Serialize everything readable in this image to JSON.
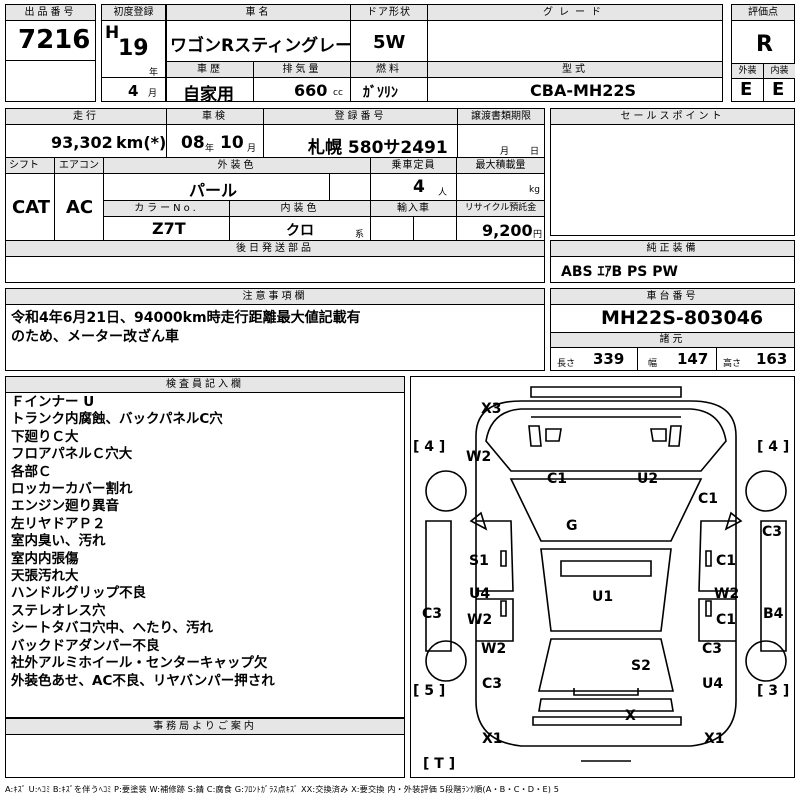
{
  "lot": {
    "label": "出品番号",
    "value": "7216"
  },
  "first_reg": {
    "label": "初度登録",
    "era": "H",
    "year": "19",
    "year_unit": "年",
    "month": "4",
    "month_unit": "月"
  },
  "name": {
    "label": "車名",
    "value": "ワゴンRスティングレー"
  },
  "doors": {
    "label": "ドア形状",
    "value": "5W"
  },
  "grade": {
    "label": "グレード",
    "value": ""
  },
  "score": {
    "label": "評価点",
    "value": "R",
    "ext_label": "外装",
    "int_label": "内装",
    "ext": "E",
    "int": "E"
  },
  "history": {
    "label": "車歴",
    "value": "自家用"
  },
  "displacement": {
    "label": "排気量",
    "value": "660",
    "unit": "cc"
  },
  "fuel": {
    "label": "燃料",
    "value": "ｶﾞｿﾘﾝ"
  },
  "model_code": {
    "label": "型式",
    "value": "CBA-MH22S"
  },
  "mileage": {
    "label": "走行",
    "value": "93,302",
    "unit": "km(*)"
  },
  "inspection": {
    "label": "車検",
    "year": "08",
    "year_unit": "年",
    "month": "10",
    "month_unit": "月"
  },
  "registration": {
    "label": "登録番号",
    "value": "札幌 580サ2491"
  },
  "transfer_doc": {
    "label": "譲渡書類期限",
    "month_unit": "月",
    "day_unit": "日"
  },
  "sales_point": {
    "label": "セールスポイント"
  },
  "shift": {
    "label": "シフト",
    "value": "CAT"
  },
  "aircon": {
    "label": "エアコン",
    "value": "AC"
  },
  "ext_color": {
    "label": "外装色",
    "value": "パール"
  },
  "capacity": {
    "label": "乗車定員",
    "value": "4",
    "unit": "人"
  },
  "max_load": {
    "label": "最大積載量",
    "unit": "kg"
  },
  "color_no": {
    "label": "カラーNo.",
    "value": "Z7T"
  },
  "int_color": {
    "label": "内装色",
    "value": "クロ",
    "unit": "系"
  },
  "import": {
    "label": "輸入車"
  },
  "recycle": {
    "label": "リサイクル預託金",
    "value": "9,200",
    "unit": "円"
  },
  "later_parts": {
    "label": "後日発送部品"
  },
  "genuine": {
    "label": "純正装備",
    "value": "ABS ｴｱB PS PW"
  },
  "caution": {
    "label": "注意事項欄",
    "lines": [
      "令和4年6月21日、94000km時走行距離最大値記載有",
      "のため、メーター改ざん車"
    ]
  },
  "chassis": {
    "label": "車台番号",
    "value": "MH22S-803046"
  },
  "specs": {
    "label": "諸元",
    "length_label": "長さ",
    "length": "339",
    "width_label": "幅",
    "width": "147",
    "height_label": "高さ",
    "height": "163"
  },
  "inspector": {
    "label": "検査員記入欄",
    "lines": [
      "Ｆインナー U",
      "トランク内腐蝕、バックパネルC穴",
      "下廻りＣ大",
      "フロアパネルＣ穴大",
      "各部Ｃ",
      "ロッカーカバー割れ",
      "エンジン廻り異音",
      "左リヤドアＰ２",
      "室内臭い、汚れ",
      "室内内張傷",
      "天張汚れ大",
      "ハンドルグリップ不良",
      "ステレオレス穴",
      "シートタバコ穴中、へたり、汚れ",
      "バックドアダンパー不良",
      "社外アルミホイール・センターキャップ欠",
      "外装色あせ、AC不良、リヤバンパー押され"
    ]
  },
  "office": {
    "label": "事務局よりご案内"
  },
  "diagram": {
    "tire_fl": "4",
    "tire_fr": "4",
    "tire_rl": "5",
    "tire_rr": "3",
    "spare": "T",
    "marks": {
      "x3": "X3",
      "w2_fl": "W2",
      "c1_hood_l": "C1",
      "u2": "U2",
      "c1_fender_r": "C1",
      "c3_r": "C3",
      "g": "G",
      "s1": "S1",
      "c1_door_r": "C1",
      "u4_l": "U4",
      "w2_door_l": "W2",
      "u1": "U1",
      "w2_door_r": "W2",
      "c1_door_r2": "C1",
      "c3_l": "C3",
      "b4": "B4",
      "w2_rl": "W2",
      "c3_rr": "C3",
      "s2": "S2",
      "c3_rl": "C3",
      "u4_r": "U4",
      "x": "X",
      "x1_l": "X1",
      "x1_r": "X1"
    }
  },
  "legend": "A:ｷｽﾞ U:ﾍｺﾐ B:ｷｽﾞを伴うﾍｺﾐ P:要塗装 W:補修跡 S:錆 C:腐食 G:ﾌﾛﾝﾄｶﾞﾗｽ点ｷｽﾞ XX:交換済み X:要交換 内・外装評価 5段階ﾗﾝｸ順(A・B・C・D・E) 5"
}
